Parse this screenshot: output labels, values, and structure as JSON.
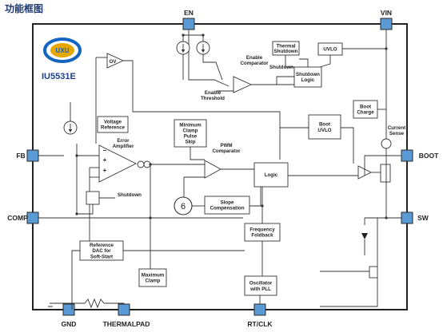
{
  "title": "功能框图",
  "logo_text": "UXU",
  "chip_name": "IU5531E",
  "pins": {
    "en": "EN",
    "vin": "VIN",
    "fb": "FB",
    "boot": "BOOT",
    "comp": "COMP",
    "sw": "SW",
    "gnd": "GND",
    "thermalpad": "THERMALPAD",
    "rtclk": "RT/CLK"
  },
  "blocks": {
    "thermal_shutdown": [
      "Thermal",
      "Shutdown"
    ],
    "uvlo": "UVLO",
    "shutdown_logic": [
      "Shutdown",
      "Logic"
    ],
    "boot_charge": [
      "Boot",
      "Charge"
    ],
    "voltage_reference": [
      "Voltage",
      "Reference"
    ],
    "min_clamp": [
      "Minimum",
      "Clamp",
      "Pulse",
      "Skip"
    ],
    "boot_uvlo": [
      "Boot",
      "UVLO"
    ],
    "logic": "Logic",
    "slope_comp": [
      "Slope",
      "Compensation"
    ],
    "freq_foldback": [
      "Frequency",
      "Foldback"
    ],
    "ref_dac": [
      "Reference",
      "DAC for",
      "Soft-Start"
    ],
    "max_clamp": [
      "Maximum",
      "Clamp"
    ],
    "oscillator": [
      "Oscillator",
      "with PLL"
    ]
  },
  "labels": {
    "ov": "OV",
    "error_amp": [
      "Error",
      "Amplifier"
    ],
    "enable_comparator": [
      "Enable",
      "Comparator"
    ],
    "enable_threshold": [
      "Enable",
      "Threshold"
    ],
    "shutdown_line": "Shutdown",
    "shutdown_fet": "Shutdown",
    "pwm_comparator": [
      "PWM",
      "Comparator"
    ],
    "current_sense": [
      "Current",
      "Sense"
    ],
    "six": "6"
  },
  "colors": {
    "pin_fill": "#5b9bd5",
    "pin_stroke": "#2a2a2a",
    "line": "#333333",
    "box": "#333333",
    "title": "#1e3a70",
    "chip_name": "#1f3f87",
    "logo_blue": "#1565c0",
    "logo_gold": "#e6a800"
  }
}
